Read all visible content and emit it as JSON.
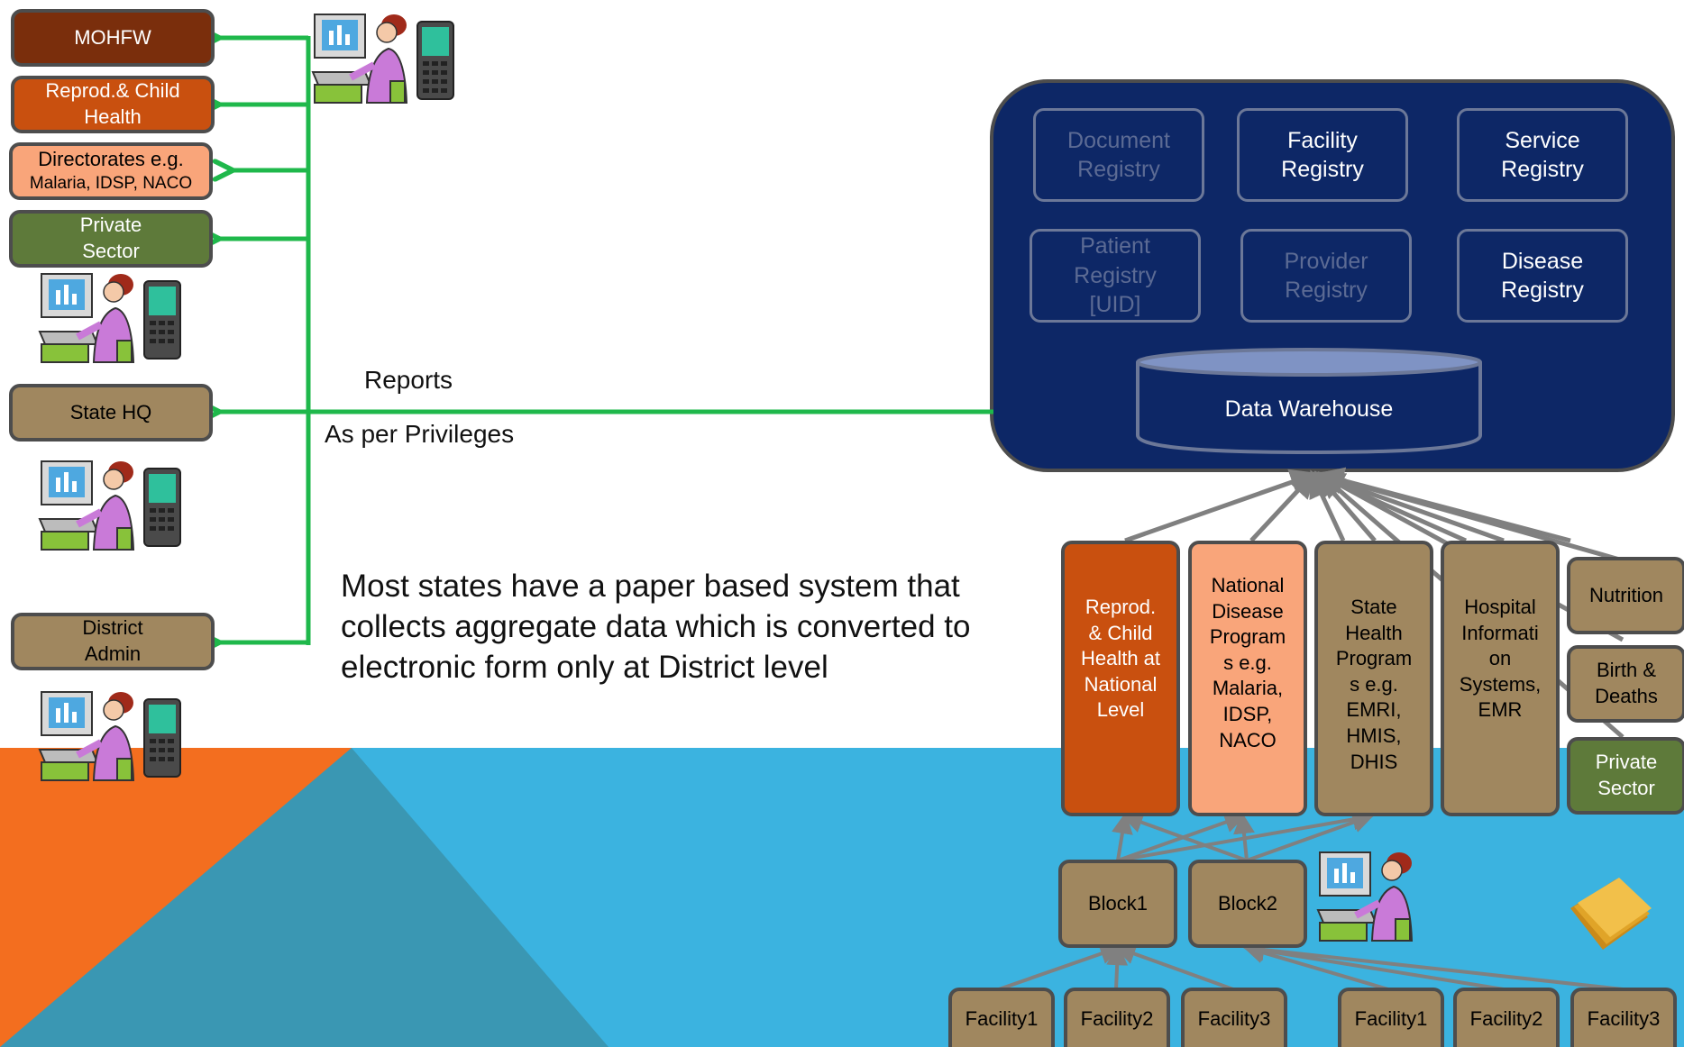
{
  "colors": {
    "arrow_green": "#1fb84b",
    "arrow_gray": "#808080",
    "panel_navy": "#0d2766",
    "box_brown": "#a0875f",
    "sky_blue": "#3bb3e0",
    "orange": "#f36e1f",
    "teal": "#3a97b3"
  },
  "left_column": {
    "mohfw": "MOHFW",
    "reprod_child": "Reprod.& Child\nHealth",
    "directorates_line1": "Directorates e.g.",
    "directorates_line2": "Malaria, IDSP, NACO",
    "private_sector": "Private\nSector",
    "state_hq": "State HQ",
    "district_admin": "District\nAdmin"
  },
  "flow_labels": {
    "reports": "Reports",
    "privileges": "As per Privileges"
  },
  "note": "Most states have a paper based system that\ncollects aggregate data which is converted to\nelectronic form only at District level",
  "registries": {
    "document": "Document\nRegistry",
    "facility": "Facility\nRegistry",
    "service": "Service\nRegistry",
    "patient": "Patient\nRegistry\n[UID]",
    "provider": "Provider\nRegistry",
    "disease": "Disease\nRegistry"
  },
  "data_warehouse": "Data Warehouse",
  "sources": {
    "rch_national": "Reprod.\n& Child\nHealth at\nNational\nLevel",
    "national_disease": "National\nDisease\nProgram\ns e.g.\nMalaria,\nIDSP,\nNACO",
    "state_health": "State\nHealth\nProgram\ns e.g.\nEMRI,\nHMIS,\nDHIS",
    "hospital_info": "Hospital\nInformati\non\nSystems,\nEMR",
    "nutrition": "Nutrition",
    "birth_deaths": "Birth &\nDeaths",
    "private_sector": "Private\nSector"
  },
  "blocks": {
    "block1": "Block1",
    "block2": "Block2"
  },
  "facilities": {
    "f1": "Facility1",
    "f2": "Facility2",
    "f3": "Facility3",
    "f4": "Facility1",
    "f5": "Facility2",
    "f6": "Facility3"
  },
  "icons": [
    "computer-user-icon",
    "mobile-phone-icon",
    "document-stack-icon"
  ]
}
